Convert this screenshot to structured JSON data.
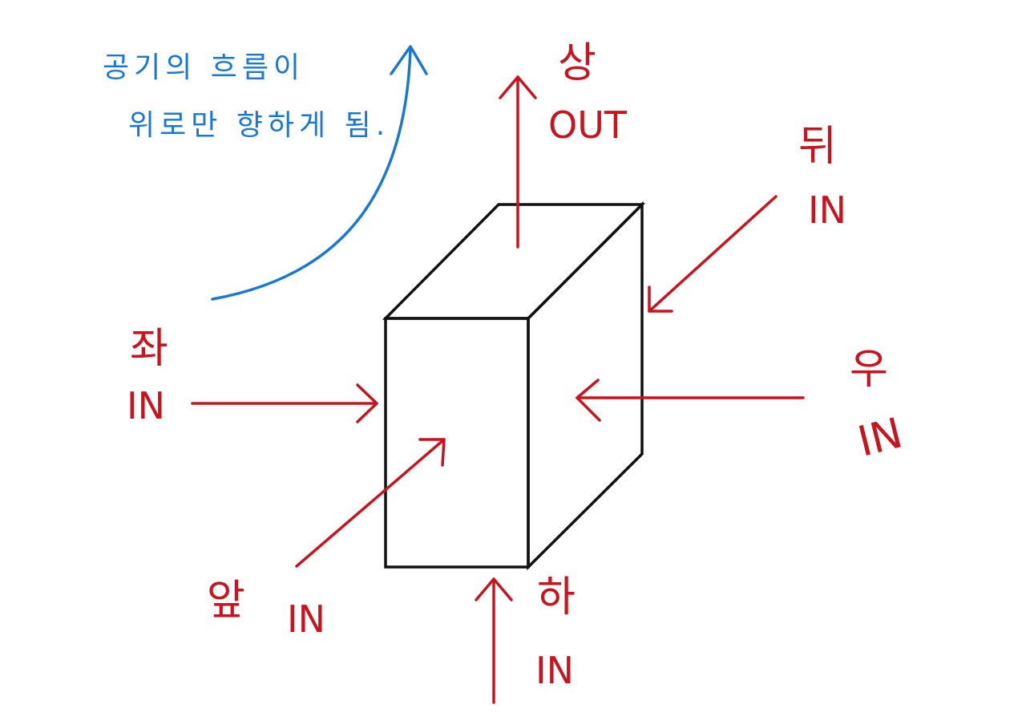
{
  "note": {
    "line1": "공기의 흐름이",
    "line2": "위로만 향하게 됨."
  },
  "directions": {
    "top": {
      "name": "상",
      "flow": "OUT"
    },
    "back": {
      "name": "뒤",
      "flow": "IN"
    },
    "left": {
      "name": "좌",
      "flow": "IN"
    },
    "right": {
      "name": "우",
      "flow": "IN"
    },
    "front": {
      "name": "앞",
      "flow": "IN"
    },
    "bottom": {
      "name": "하",
      "flow": "IN"
    }
  },
  "colors": {
    "arrow_red": "#c8141e",
    "arrow_blue": "#1a78d2",
    "box_edge": "#111111"
  }
}
